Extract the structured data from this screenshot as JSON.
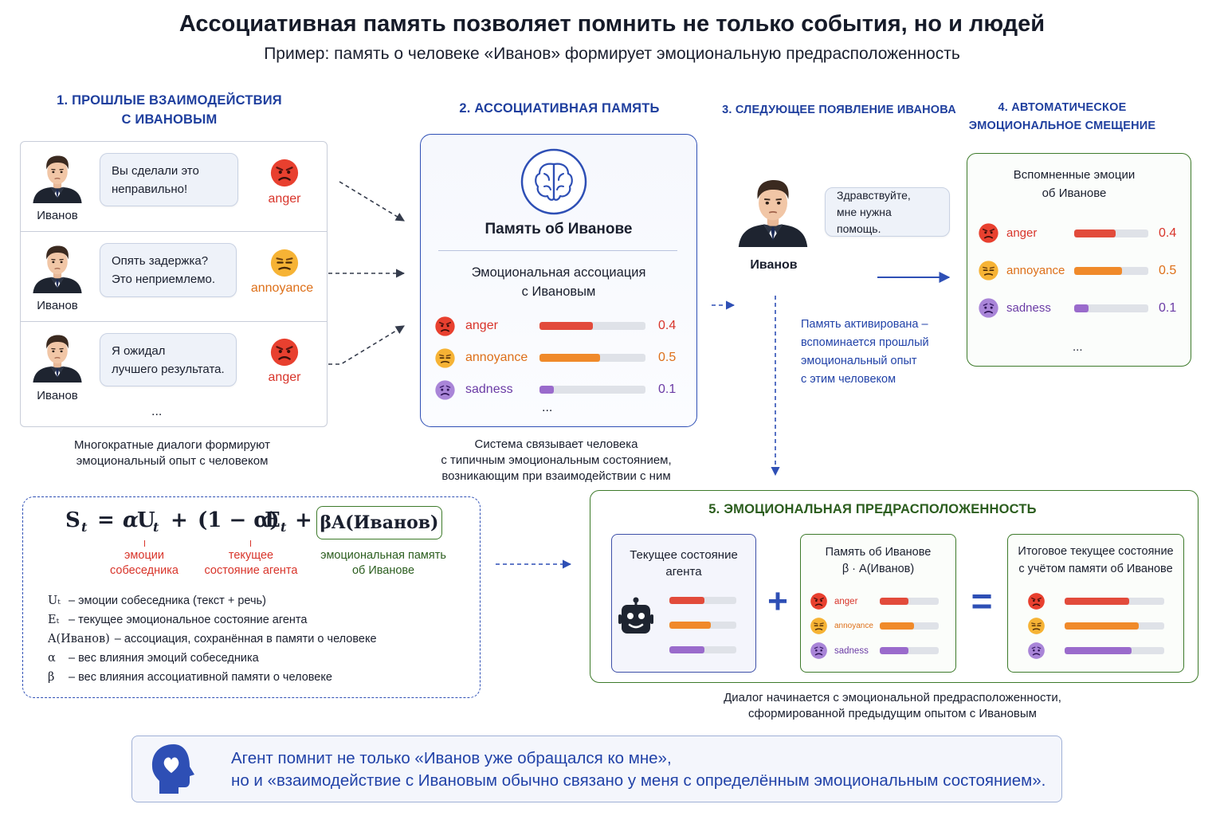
{
  "title": "Ассоциативная память позволяет помнить не только события, но и людей",
  "subtitle": "Пример: память о человеке «Иванов» формирует эмоциональную предрасположенность",
  "sections": {
    "s1": [
      "1. ПРОШЛЫЕ ВЗАИМОДЕЙСТВИЯ",
      "С ИВАНОВЫМ"
    ],
    "s2": "2. АССОЦИАТИВНАЯ ПАМЯТЬ",
    "s3": "3. СЛЕДУЮЩЕЕ ПОЯВЛЕНИЕ ИВАНОВА",
    "s4": [
      "4. АВТОМАТИЧЕСКОЕ",
      "ЭМОЦИОНАЛЬНОЕ СМЕЩЕНИЕ"
    ],
    "s5": "5. ЭМОЦИОНАЛЬНАЯ ПРЕДРАСПОЛОЖЕННОСТЬ"
  },
  "interactions": [
    {
      "name": "Иванов",
      "text": [
        "Вы сделали это",
        "неправильно!"
      ],
      "emotion": "anger"
    },
    {
      "name": "Иванов",
      "text": [
        "Опять задержка?",
        "Это неприемлемо."
      ],
      "emotion": "annoyance"
    },
    {
      "name": "Иванов",
      "text": [
        "Я ожидал",
        "лучшего результата."
      ],
      "emotion": "anger"
    }
  ],
  "ellipsis": "...",
  "caption1": [
    "Многократные диалоги формируют",
    "эмоциональный опыт с человеком"
  ],
  "memory": {
    "title": "Память об Иванове",
    "assoc": [
      "Эмоциональная ассоциация",
      "с Ивановым"
    ]
  },
  "emotions": [
    {
      "label": "anger",
      "value": 0.4,
      "value_text": "0.4"
    },
    {
      "label": "annoyance",
      "value": 0.5,
      "value_text": "0.5"
    },
    {
      "label": "sadness",
      "value": 0.1,
      "value_text": "0.1"
    }
  ],
  "caption2": [
    "Система связывает человека",
    "с типичным эмоциональным состоянием,",
    "возникающим при взаимодействии с ним"
  ],
  "next": {
    "bubble": [
      "Здравствуйте,",
      "мне нужна помощь."
    ],
    "name": "Иванов",
    "activated": [
      "Память активирована –",
      "вспоминается прошлый",
      "эмоциональный опыт",
      "с этим человеком"
    ]
  },
  "recalled": {
    "title": [
      "Вспомненные эмоции",
      "об Иванове"
    ]
  },
  "formula": {
    "S": "S",
    "t": "t",
    "eq": "=",
    "alpha": "α",
    "U": "U",
    "plus": "+",
    "paren": "(1 − α)",
    "E": "E",
    "boxed": "βA(Иванов)",
    "lbl1": [
      "эмоции",
      "собеседника"
    ],
    "lbl2": [
      "текущее",
      "состояние агента"
    ],
    "lbl3": [
      "эмоциональная память",
      "об Иванове"
    ]
  },
  "legend": [
    {
      "sym": "Uₜ",
      "text": "– эмоции собеседника (текст + речь)"
    },
    {
      "sym": "Eₜ",
      "text": "– текущее эмоциональное состояние агента"
    },
    {
      "sym": "A(Иванов)",
      "text": "– ассоциация, сохранённая в памяти о человеке"
    },
    {
      "sym": "α",
      "text": "– вес влияния эмоций собеседника"
    },
    {
      "sym": "β",
      "text": "– вес влияния ассоциативной памяти о человеке"
    }
  ],
  "s5": {
    "current": [
      "Текущее состояние",
      "агента"
    ],
    "current_bars": [
      0.52,
      0.62,
      0.52
    ],
    "mem": [
      "Память об Иванове",
      "β · A(Иванов)"
    ],
    "mem_bars": [
      0.48,
      0.58,
      0.48
    ],
    "final": [
      "Итоговое текущее состояние",
      "с учётом памяти об Иванове"
    ],
    "final_bars": [
      0.65,
      0.74,
      0.67
    ],
    "plus": "+",
    "equals": "=",
    "caption": [
      "Диалог начинается с эмоциональной предрасположенности,",
      "сформированной предыдущим опытом с Ивановым"
    ]
  },
  "bottom": [
    "Агент помнит не только «Иванов уже обращался ко мне»,",
    "но и «взаимодействие с Ивановым обычно связано у меня с определённым эмоциональным состоянием»."
  ],
  "colors": {
    "anger": "#e24b3b",
    "annoyance": "#f08a2a",
    "sadness": "#9a6bcc",
    "blue": "#2e4fb5",
    "green": "#3d7a2a"
  }
}
